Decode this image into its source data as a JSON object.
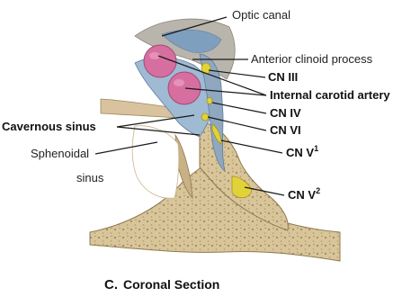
{
  "labels": {
    "optic_canal": "Optic canal",
    "anterior_clinoid": "Anterior clinoid process",
    "cn3": "CN III",
    "ica": "Internal carotid artery",
    "cn4": "CN IV",
    "cavernous_sinus": "Cavernous sinus",
    "cn6": "CN VI",
    "cn5_1": "CN V",
    "cn5_1_sup": "1",
    "sphenoidal_sinus_line1": "Sphenoidal",
    "sphenoidal_sinus_line2": "sinus",
    "cn5_2": "CN V",
    "cn5_2_sup": "2"
  },
  "caption": {
    "letter": "C.",
    "title": "Coronal Section"
  },
  "colors": {
    "bone": "#d9c59a",
    "bone_dark": "#a08a5e",
    "dura_blue": "#7f9fbf",
    "sinus_blue": "#9fbad3",
    "artery_pink": "#d66f9f",
    "nerve_yellow": "#e2d23a",
    "dura_gray": "#b9b5ad"
  }
}
